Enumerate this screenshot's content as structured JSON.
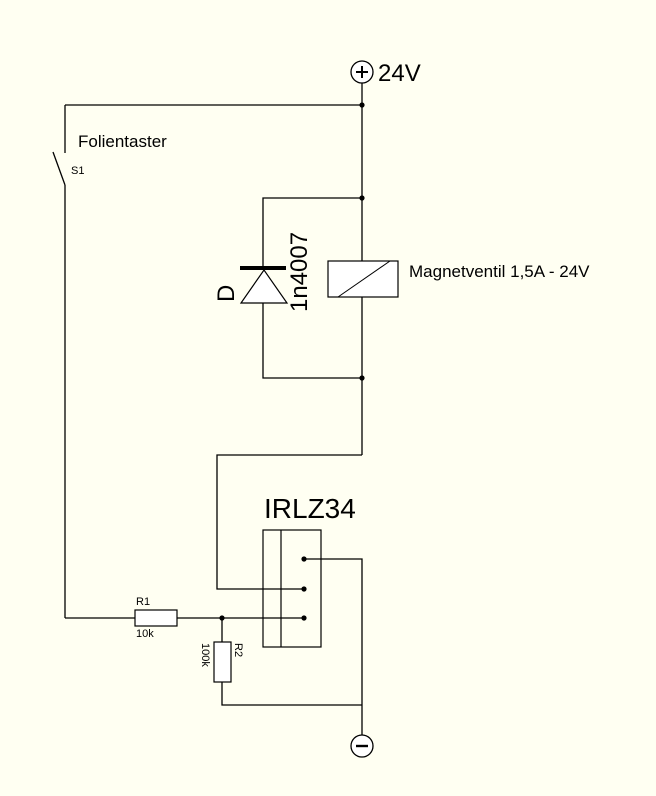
{
  "diagram": {
    "type": "circuit-schematic",
    "background_color": "#fffff2",
    "power": {
      "positive_label": "24V",
      "positive_symbol": "+",
      "negative_symbol": "−"
    },
    "switch": {
      "name": "Folientaster",
      "ref": "S1"
    },
    "diode": {
      "ref": "D",
      "part": "1n4007"
    },
    "relay": {
      "label": "Magnetventil 1,5A - 24V"
    },
    "mosfet": {
      "part": "IRLZ34"
    },
    "resistors": [
      {
        "ref": "R1",
        "value": "10k"
      },
      {
        "ref": "R2",
        "value": "100k"
      }
    ]
  }
}
